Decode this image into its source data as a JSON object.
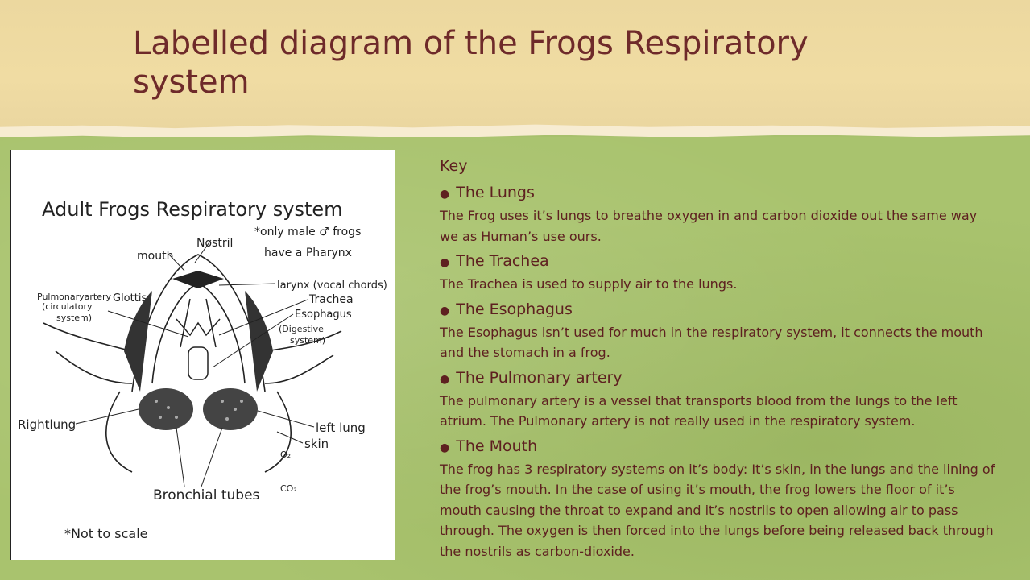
{
  "slide": {
    "title": "Labelled diagram of the Frogs Respiratory system"
  },
  "diagram": {
    "heading": "Adult Frogs Respiratory system",
    "note": "*only male ♂ frogs have a Pharynx",
    "labels": {
      "nostril": "Nostril",
      "mouth": "mouth",
      "larynx": "larynx (vocal chords)",
      "pulmonary": "Pulmonaryartery (circulatory system)",
      "glottis": "Glottis",
      "trachea": "Trachea",
      "esophagus": "Esophagus (Digestive system)",
      "right_lung": "Rightlung",
      "left_lung": "left lung",
      "skin": "skin",
      "o2": "O2",
      "co2": "CO2",
      "bronchial": "Bronchial tubes",
      "scale": "*Not to scale"
    }
  },
  "key": {
    "heading": "Key",
    "items": [
      {
        "title": "The Lungs",
        "body": "The Frog uses it’s lungs to breathe oxygen in and carbon dioxide out the same way we as Human’s use ours."
      },
      {
        "title": "The Trachea",
        "body": "The Trachea is used to supply air to the lungs."
      },
      {
        "title": "The Esophagus",
        "body": "The Esophagus isn’t used for much in the respiratory system, it connects the mouth and the stomach in a frog."
      },
      {
        "title": "The Pulmonary artery",
        "body": "The pulmonary artery is a vessel that transports blood from the lungs to the left atrium. The Pulmonary artery is not really used in the respiratory system."
      },
      {
        "title": "The Mouth",
        "body": "The frog has 3 respiratory systems on it’s body: It’s skin, in the lungs and the lining of the frog’s mouth. In the case of using it’s mouth, the frog lowers the floor of it’s mouth causing the throat to expand and it’s nostrils to open allowing air to pass through. The oxygen is then forced into the lungs before being released back through the nostrils as carbon-dioxide."
      }
    ]
  }
}
